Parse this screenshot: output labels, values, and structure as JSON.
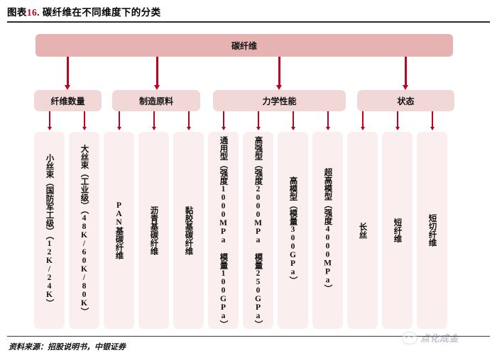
{
  "header": {
    "figure_label": "图表",
    "figure_number": "16",
    "separator": ".",
    "title": "碳纤维在不同维度下的分类",
    "full_title": "图表16. 碳纤维在不同维度下的分类"
  },
  "footer": {
    "source": "资料来源：招股说明书，中银证券",
    "watermark_text": "点化成金",
    "watermark_icon": "bird-logo-icon"
  },
  "colors": {
    "level1_fill": "#e6b2b2",
    "level2_fill": "#f2d7d7",
    "level3_fill": "#fbeeee",
    "connector": "#c1001f",
    "accent_number": "#c00018",
    "text": "#111111",
    "background": "#ffffff"
  },
  "chart_data": {
    "type": "diagram",
    "title": "碳纤维在不同维度下的分类",
    "root": "碳纤维",
    "levels": 3,
    "branches": [
      {
        "id": "fiber-count",
        "label": "纤维数量",
        "children": [
          "小丝束（国防军工级）（12K/24K）",
          "大丝束（工业级）（48K/60K/80K）"
        ]
      },
      {
        "id": "raw-material",
        "label": "制造原料",
        "children": [
          "PAN基碳纤维",
          "沥青基碳纤维",
          "黏胶基碳纤维"
        ]
      },
      {
        "id": "mechanical-property",
        "label": "力学性能",
        "children": [
          "通用型（强度1000MPa 模量100GPa）",
          "高强型（强度2000MPa 模量250GPa）",
          "高模型（模量300GPa）",
          "超高模型（强度4000MPa）"
        ]
      },
      {
        "id": "state",
        "label": "状态",
        "children": [
          "长丝",
          "短纤维",
          "短切纤维"
        ]
      }
    ]
  },
  "nodes": {
    "root": "碳纤维",
    "l2": {
      "b0": "纤维数量",
      "b1": "制造原料",
      "b2": "力学性能",
      "b3": "状态"
    },
    "l3": {
      "c0": "小丝束（国防军工级）（12K/24K）",
      "c1": "大丝束（工业级）（48K/60K/80K）",
      "c2": "PAN基碳纤维",
      "c3": "沥青基碳纤维",
      "c4": "黏胶基碳纤维",
      "c5": "通用型（强度1000MPa 模量100GPa）",
      "c6": "高强型（强度2000MPa 模量250GPa）",
      "c7": "高模型（模量300GPa）",
      "c8": "超高模型（强度4000MPa）",
      "c9": "长丝",
      "c10": "短纤维",
      "c11": "短切纤维"
    }
  }
}
